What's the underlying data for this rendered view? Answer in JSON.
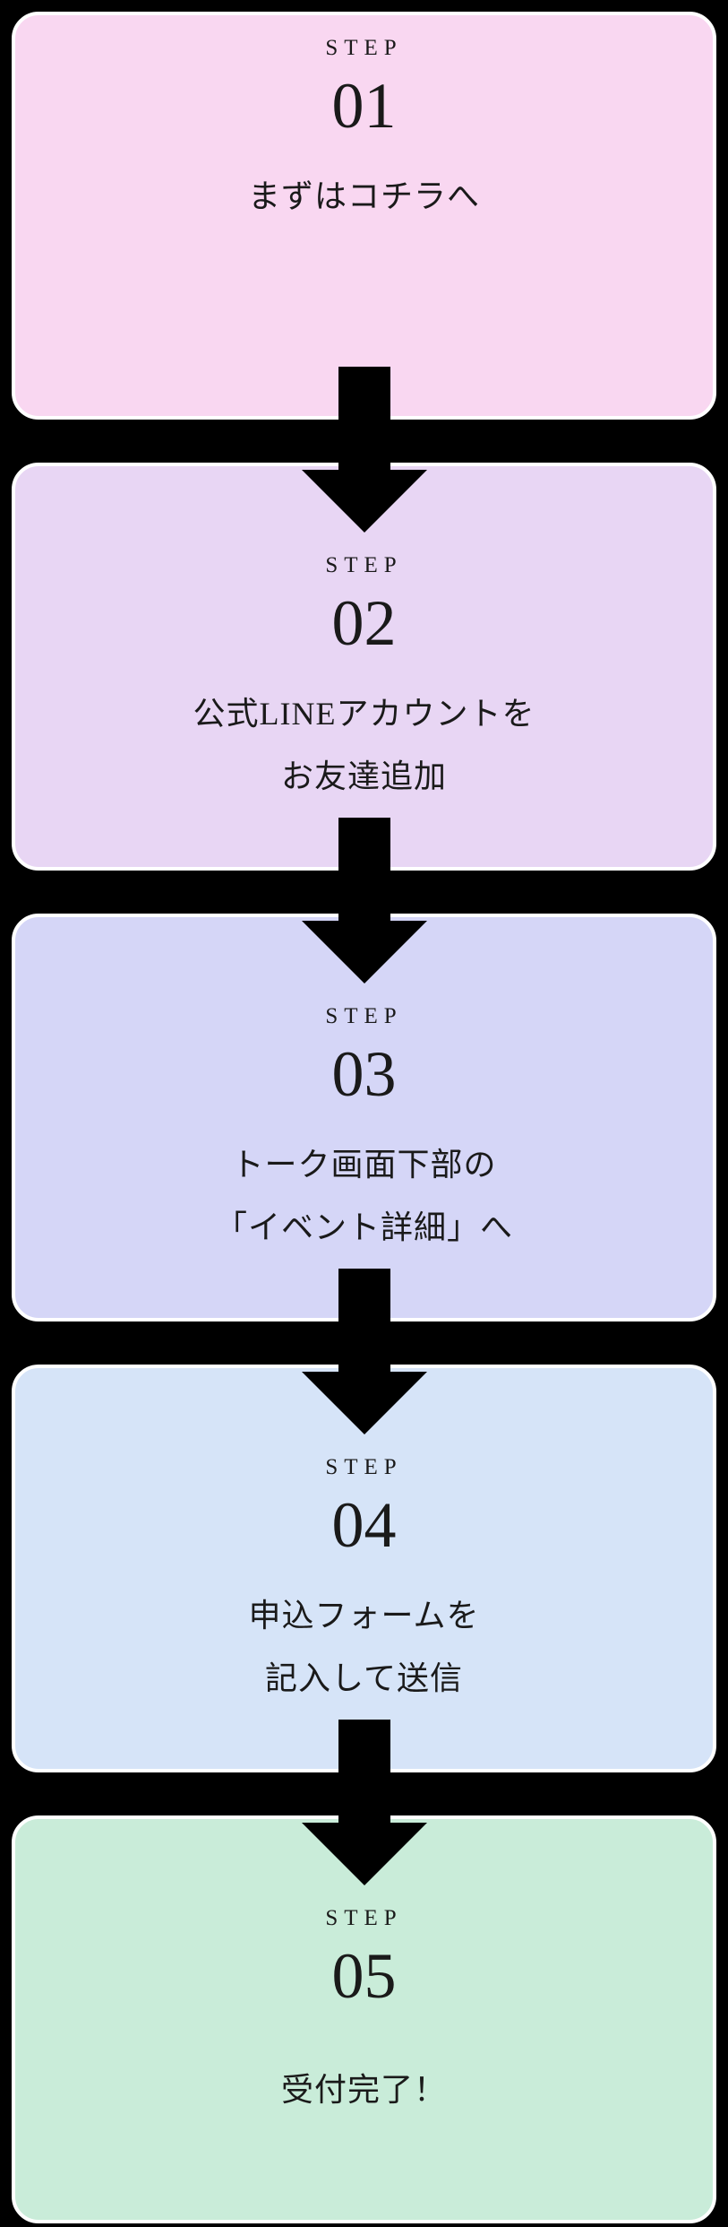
{
  "colors": {
    "page_background": "#000000",
    "card_border": "#ffffff",
    "text": "#1a1a1a",
    "arrow": "#000000",
    "card_backgrounds": [
      "#f9d7f1",
      "#e8d6f4",
      "#d5d6f7",
      "#d6e4f8",
      "#c9ecd9"
    ]
  },
  "steps": [
    {
      "label": "STEP",
      "number": "01",
      "lines": [
        "まずはコチラへ"
      ]
    },
    {
      "label": "STEP",
      "number": "02",
      "lines": [
        "公式LINEアカウントを",
        "お友達追加"
      ]
    },
    {
      "label": "STEP",
      "number": "03",
      "lines": [
        "トーク画面下部の",
        "「イベント詳細」へ"
      ]
    },
    {
      "label": "STEP",
      "number": "04",
      "lines": [
        "申込フォームを",
        "記入して送信"
      ]
    },
    {
      "label": "STEP",
      "number": "05",
      "lines": [
        "受付完了！"
      ]
    }
  ]
}
